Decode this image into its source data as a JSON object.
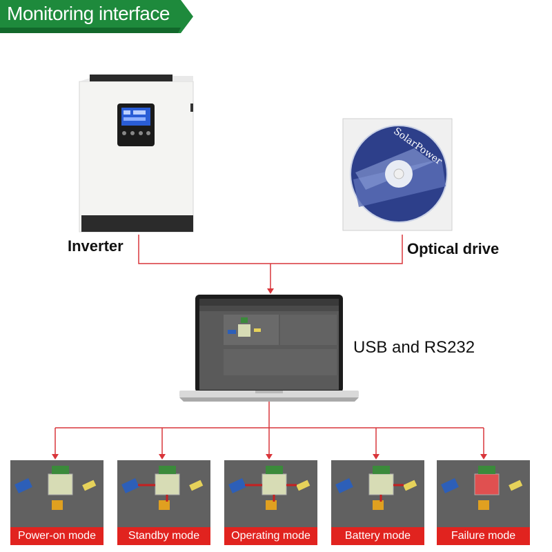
{
  "banner": {
    "title": "Monitoring interface"
  },
  "devices": {
    "inverter_label": "Inverter",
    "optical_label": "Optical drive",
    "cd_text": "SolarPower",
    "connection_label": "USB and RS232"
  },
  "modes": [
    {
      "label": "Power-on mode"
    },
    {
      "label": "Standby mode"
    },
    {
      "label": "Operating mode"
    },
    {
      "label": "Battery mode"
    },
    {
      "label": "Failure mode"
    }
  ],
  "colors": {
    "accent": "#e1231f",
    "banner": "#1e8a3c",
    "line": "#d9353a"
  }
}
